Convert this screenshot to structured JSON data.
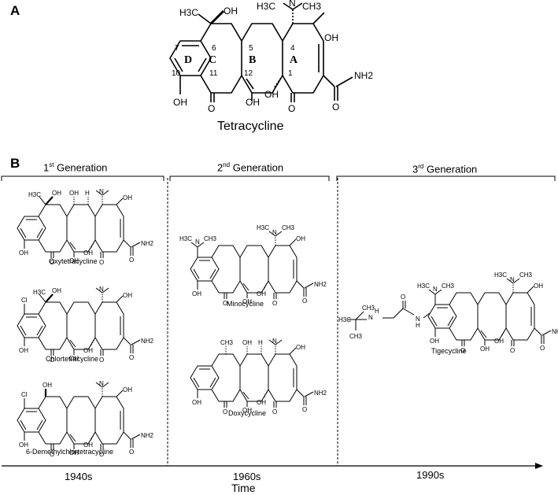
{
  "panels": {
    "a": "A",
    "b": "B"
  },
  "main_molecule": {
    "name": "Tetracycline",
    "rings": [
      "D",
      "C",
      "B",
      "A"
    ],
    "positions": [
      "7",
      "6",
      "5",
      "4",
      "10",
      "11",
      "12",
      "1"
    ],
    "groups": {
      "oh": "OH",
      "h3c": "H3C",
      "ch3": "CH3",
      "n": "N",
      "o": "O",
      "nh2": "NH2"
    }
  },
  "generations": [
    {
      "ord": "1",
      "sup": "st",
      "text": " Generation",
      "decade": "1940s",
      "compounds": [
        "Oxytetracycline",
        "Chlortetracycline",
        "6-Demethylchlortetracycline"
      ]
    },
    {
      "ord": "2",
      "sup": "nd",
      "text": " Generation",
      "decade": "1960s",
      "compounds": [
        "Minocycline",
        "Doxycycline"
      ]
    },
    {
      "ord": "3",
      "sup": "rd",
      "text": " Generation",
      "decade": "1990s",
      "compounds": [
        "Tigecycline"
      ]
    }
  ],
  "small_groups": {
    "oh": "OH",
    "cl": "Cl",
    "nh2": "NH2",
    "n": "N",
    "h3c": "H3C",
    "ch3": "CH3",
    "o": "O",
    "h": "H",
    "hn": "N"
  },
  "axis": {
    "label": "Time"
  }
}
